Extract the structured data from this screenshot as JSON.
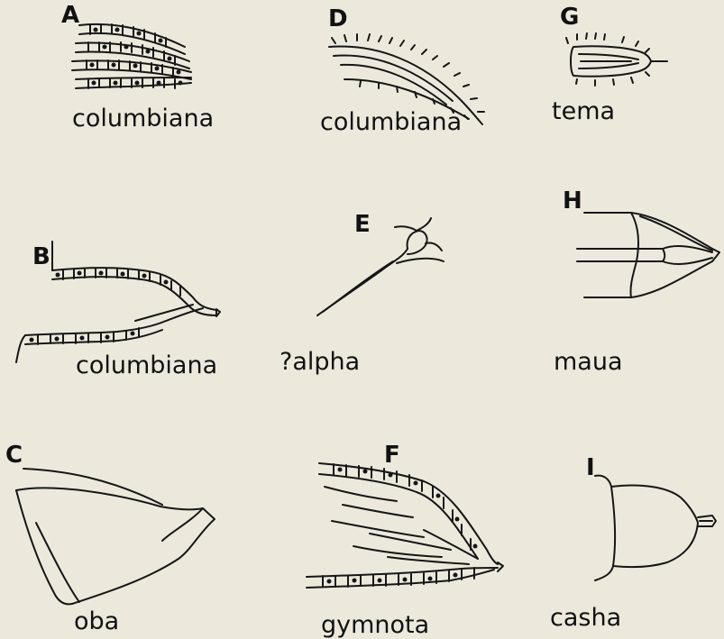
{
  "panels": [
    {
      "id": "A",
      "letter": "A",
      "caption": "columbiana"
    },
    {
      "id": "D",
      "letter": "D",
      "caption": "columbiana"
    },
    {
      "id": "G",
      "letter": "G",
      "caption": "tema"
    },
    {
      "id": "B",
      "letter": "B",
      "caption": "columbiana"
    },
    {
      "id": "E",
      "letter": "E",
      "caption": "?alpha"
    },
    {
      "id": "H",
      "letter": "H",
      "caption": "maua"
    },
    {
      "id": "C",
      "letter": "C",
      "caption": "oba"
    },
    {
      "id": "F",
      "letter": "F",
      "caption": "gymnota"
    },
    {
      "id": "I",
      "letter": "I",
      "caption": "casha"
    }
  ],
  "colors": {
    "ink": "#161616",
    "paper": "#ece9dc"
  }
}
